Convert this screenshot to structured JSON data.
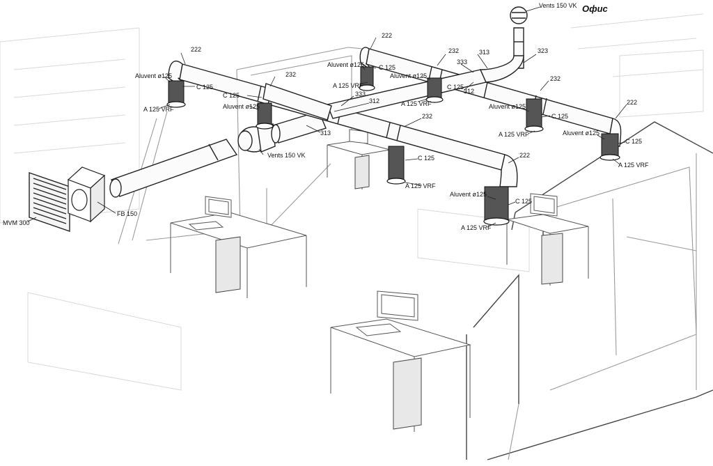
{
  "title": "Офис",
  "labels": {
    "vents_top": "Vents 150 VK",
    "vents_mid": "Vents 150 VK",
    "fb150": "FB 150",
    "mvm300": "MVM 300",
    "n222_a": "222",
    "n222_b": "222",
    "n222_c": "222",
    "n222_d": "222",
    "n232_a": "232",
    "n232_b": "232",
    "n232_c": "232",
    "n232_d": "232",
    "n313_a": "313",
    "n313_b": "313",
    "n312_a": "312",
    "n312_b": "312",
    "n333_a": "333",
    "n333_b": "333",
    "n323": "323",
    "c125_1": "C 125",
    "c125_2": "C 125",
    "c125_3": "C 125",
    "c125_4": "C 125",
    "c125_5": "C 125",
    "c125_6": "C 125",
    "c125_7": "C 125",
    "c125_8": "C 125",
    "aluvent_1": "Aluvent ø125",
    "aluvent_2": "Aluvent ø125",
    "aluvent_3": "Aluvent ø125",
    "aluvent_4": "Aluvent ø125",
    "aluvent_5": "Aluvent ø125",
    "aluvent_6": "Aluvent ø125",
    "aluvent_7": "Aluvent ø125",
    "a125_1": "A 125 VRF",
    "a125_2": "A 125 VRF",
    "a125_3": "A 125 VRF",
    "a125_4": "A 125 VRF",
    "a125_5": "A 125 VRF",
    "a125_6": "A 125 VRF",
    "a125_7": "A 125 VRF"
  }
}
